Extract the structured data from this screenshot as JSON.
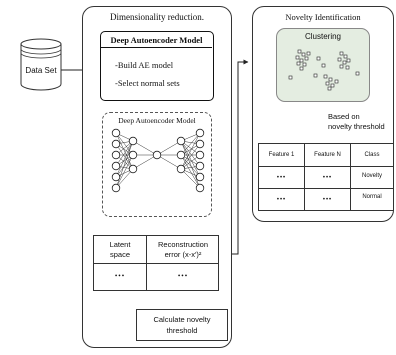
{
  "dataset": {
    "label": "Data Set"
  },
  "dim_reduction": {
    "title": "Dimensionality reduction.",
    "ae_box": {
      "title": "Deep Autoencoder Model",
      "bullets": [
        "-Build AE model",
        "-Select normal sets"
      ]
    },
    "network_label": "Deep Autoencoder Model",
    "output_table": {
      "headers": [
        [
          "Latent",
          "space"
        ],
        [
          "Reconstruction",
          "error (x-x′)²"
        ]
      ],
      "row": [
        "•••",
        "•••"
      ]
    },
    "threshold_box": [
      "Calculate novelty",
      "threshold"
    ]
  },
  "novelty": {
    "title": "Novelty Identification",
    "clustering_label": "Clustering",
    "arrow_label": [
      "Based on",
      "novelty threshold"
    ],
    "table": {
      "headers": [
        "Feature 1",
        "Feature N",
        "Class"
      ],
      "rows": [
        [
          "•••",
          "•••",
          "Novelty"
        ],
        [
          "•••",
          "•••",
          "Normal"
        ]
      ]
    }
  }
}
